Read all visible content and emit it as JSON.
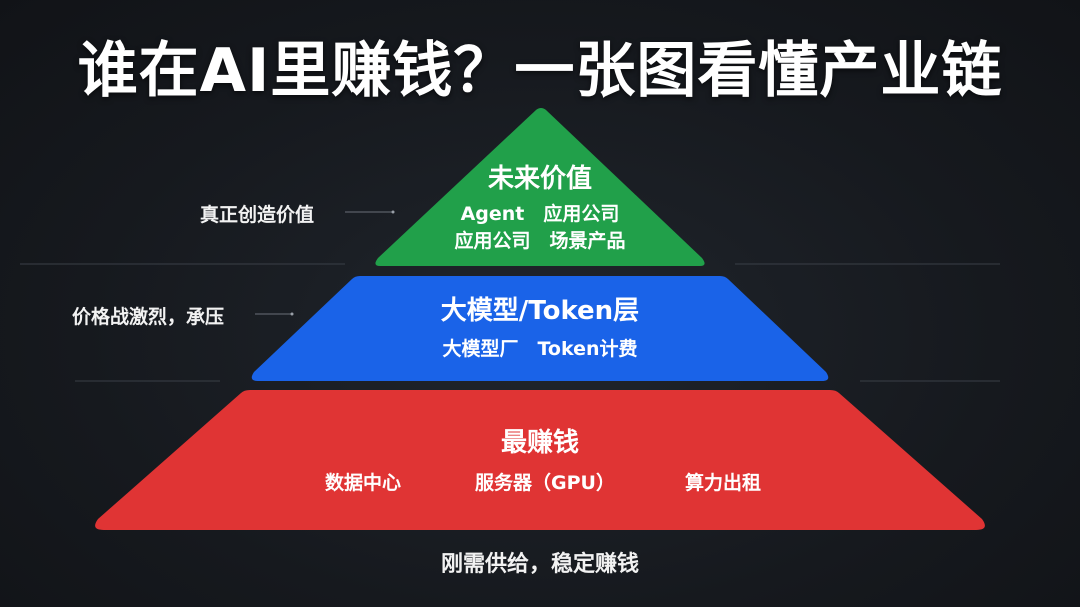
{
  "title": "谁在AI里赚钱？一张图看懂产业链",
  "colors": {
    "top": "#21a04a",
    "middle": "#1a63e8",
    "bottom": "#e03434",
    "background": "#16191e"
  },
  "tiers": {
    "top": {
      "title": "未来价值",
      "line1": "Agent　应用公司",
      "line2": "应用公司　场景产品",
      "side_note": "真正创造价值"
    },
    "middle": {
      "title": "大模型/Token层",
      "line1": "大模型厂　Token计费",
      "side_note": "价格战激烈，承压"
    },
    "bottom": {
      "title": "最赚钱",
      "items": [
        "数据中心",
        "服务器（GPU）",
        "算力出租"
      ]
    }
  },
  "bottom_note": "刚需供给，稳定赚钱"
}
